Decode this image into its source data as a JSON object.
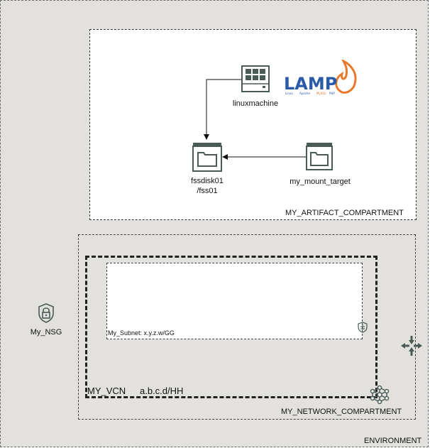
{
  "environment": {
    "label": "ENVIRONMENT"
  },
  "artifact_compartment": {
    "label": "MY_ARTIFACT_COMPARTMENT",
    "nodes": {
      "compute": {
        "label": "linuxmachine",
        "icon": "compute-instance-icon"
      },
      "filesystem": {
        "label_line1": "fssdisk01",
        "label_line2": "/fss01",
        "icon": "file-storage-icon"
      },
      "mount_target": {
        "label": "my_mount_target",
        "icon": "mount-target-icon"
      },
      "lamp_logo": {
        "text": "LAMP",
        "sub_labels": [
          "Linux",
          "Apache",
          "MySQL",
          "PHP"
        ]
      }
    }
  },
  "network_compartment": {
    "label": "MY_NETWORK_COMPARTMENT",
    "vcn": {
      "name": "MY_VCN",
      "cidr": "a.b.c.d/HH",
      "icon": "vcn-icon"
    },
    "subnet": {
      "label": "My_Subnet: x.y.z.w/GG",
      "icon": "security-list-icon"
    }
  },
  "nsg": {
    "label": "My_NSG",
    "icon": "lock-icon"
  },
  "router": {
    "icon": "router-icon"
  },
  "colors": {
    "background": "#e2e1dd",
    "icon": "#4a5a57",
    "lamp_blue": "#2a5aa8",
    "lamp_orange": "#e8792a"
  }
}
